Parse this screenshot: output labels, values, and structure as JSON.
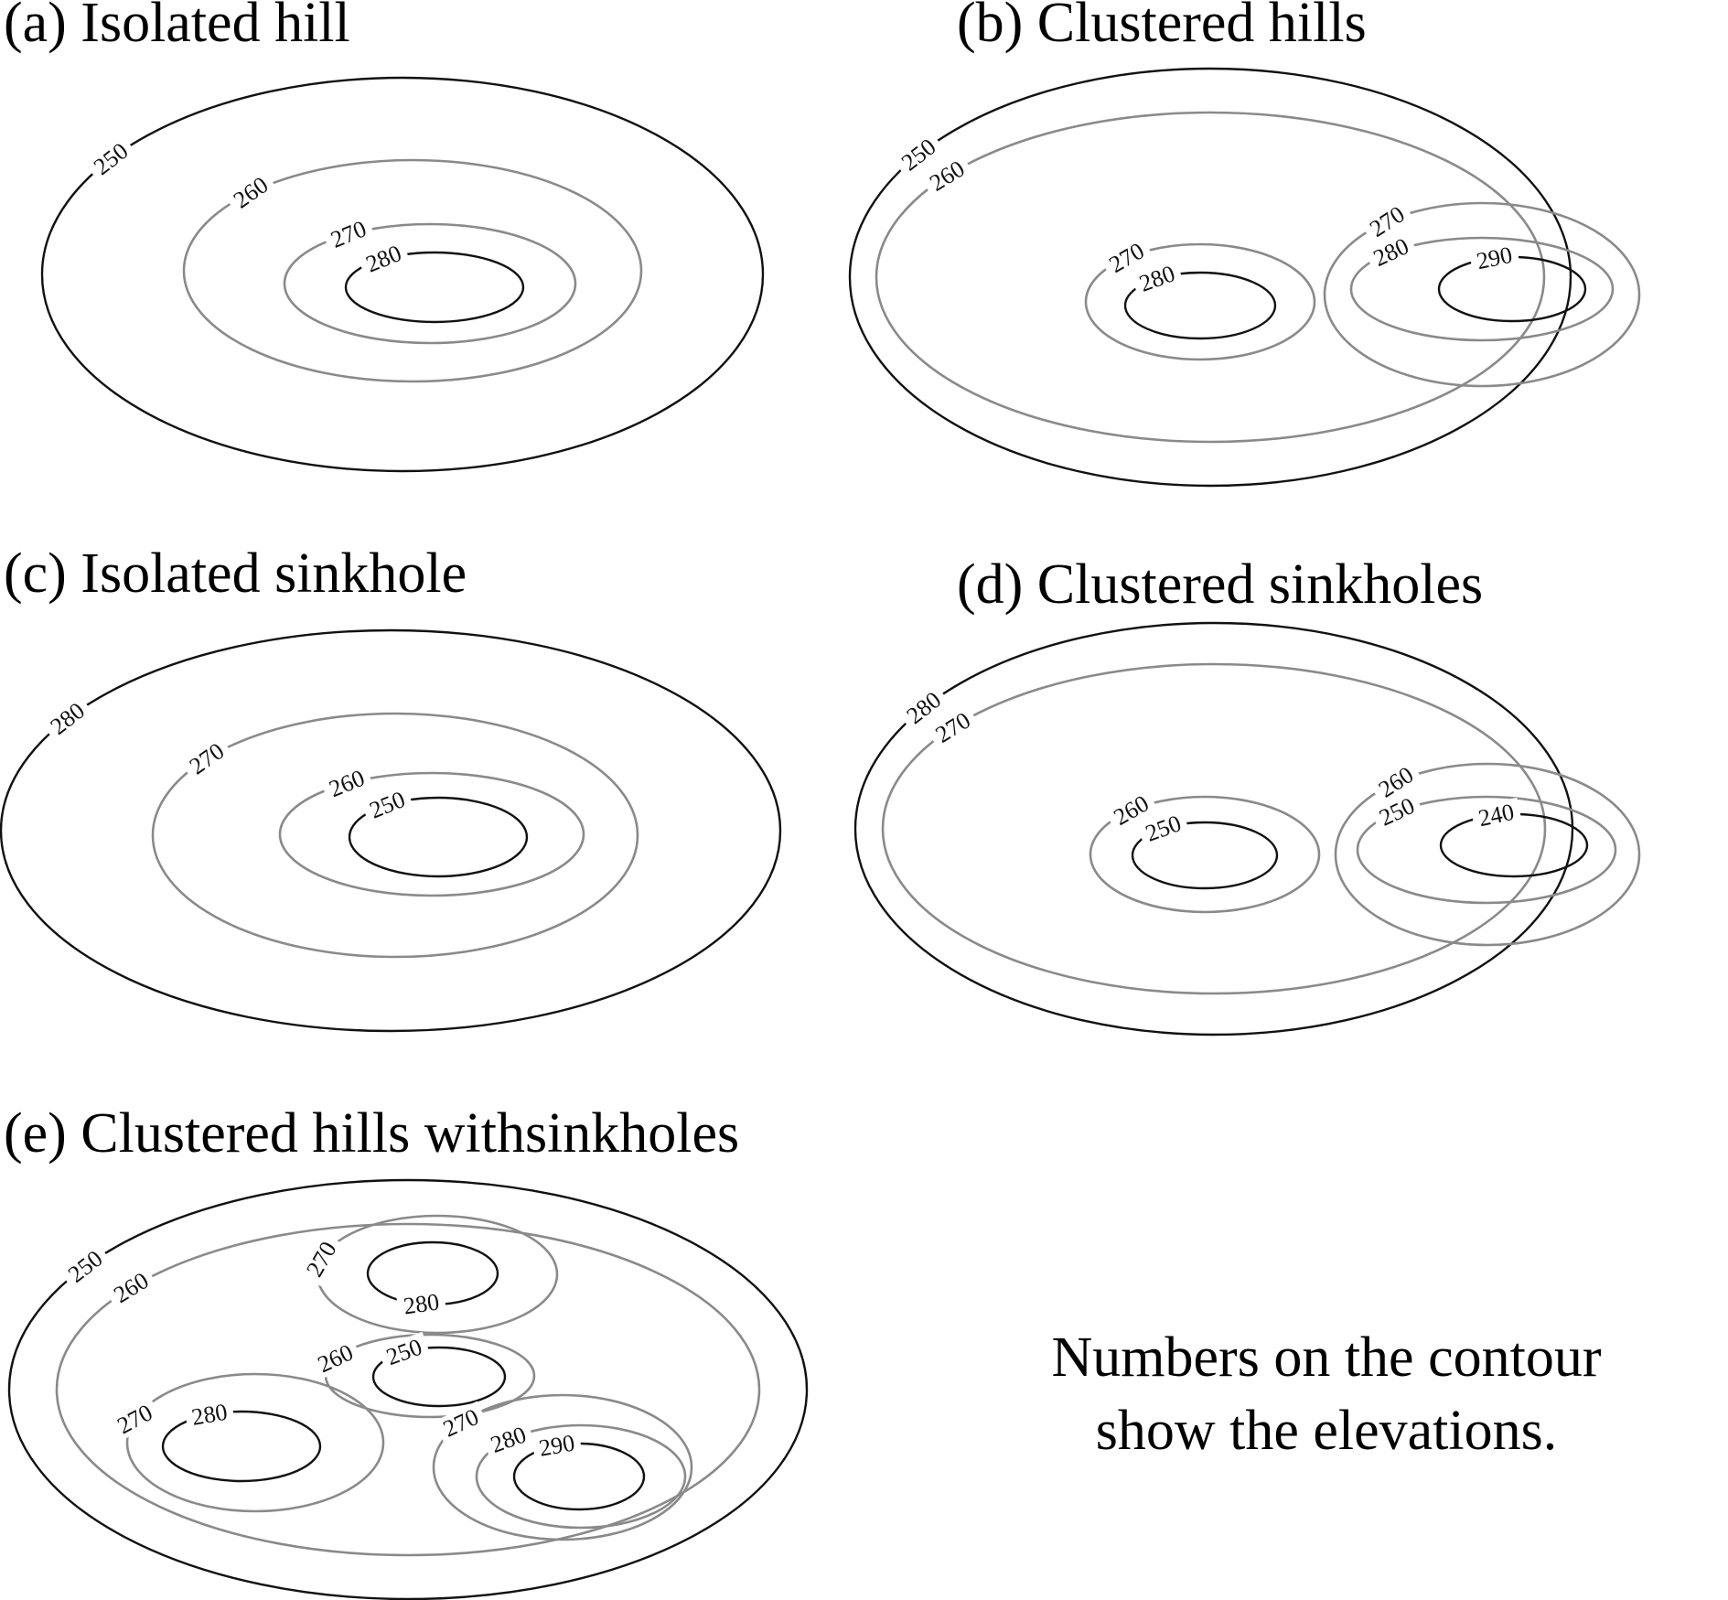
{
  "panels": [
    {
      "id": "a",
      "title": "(a) Isolated hill",
      "contours": [
        {
          "elevation": "250",
          "dark": true
        },
        {
          "elevation": "260",
          "dark": false
        },
        {
          "elevation": "270",
          "dark": false
        },
        {
          "elevation": "280",
          "dark": true
        }
      ]
    },
    {
      "id": "b",
      "title": "(b) Clustered hills",
      "contours": [
        {
          "elevation": "250",
          "dark": true
        },
        {
          "elevation": "260",
          "dark": false
        },
        {
          "elevation": "270",
          "dark": false
        },
        {
          "elevation": "280",
          "dark": true
        },
        {
          "elevation": "270",
          "dark": false
        },
        {
          "elevation": "280",
          "dark": false
        },
        {
          "elevation": "290",
          "dark": true
        }
      ]
    },
    {
      "id": "c",
      "title": "(c) Isolated sinkhole",
      "contours": [
        {
          "elevation": "280",
          "dark": true
        },
        {
          "elevation": "270",
          "dark": false
        },
        {
          "elevation": "260",
          "dark": false
        },
        {
          "elevation": "250",
          "dark": true
        }
      ]
    },
    {
      "id": "d",
      "title": "(d) Clustered sinkholes",
      "contours": [
        {
          "elevation": "280",
          "dark": true
        },
        {
          "elevation": "270",
          "dark": false
        },
        {
          "elevation": "260",
          "dark": false
        },
        {
          "elevation": "250",
          "dark": true
        },
        {
          "elevation": "260",
          "dark": false
        },
        {
          "elevation": "250",
          "dark": false
        },
        {
          "elevation": "240",
          "dark": true
        }
      ]
    },
    {
      "id": "e",
      "title": "(e) Clustered hills withsinkholes",
      "contours": [
        {
          "elevation": "250",
          "dark": true
        },
        {
          "elevation": "260",
          "dark": false
        },
        {
          "elevation": "270",
          "dark": false
        },
        {
          "elevation": "280",
          "dark": true
        },
        {
          "elevation": "260",
          "dark": false
        },
        {
          "elevation": "250",
          "dark": true
        },
        {
          "elevation": "270",
          "dark": false
        },
        {
          "elevation": "280",
          "dark": true
        },
        {
          "elevation": "270",
          "dark": false
        },
        {
          "elevation": "280",
          "dark": false
        },
        {
          "elevation": "290",
          "dark": true
        }
      ]
    }
  ],
  "note": {
    "line1": "Numbers on the contour",
    "line2": "show the elevations."
  },
  "colors": {
    "dark_line": "#111111",
    "light_line": "#8a8a8a",
    "label": "#111111"
  }
}
